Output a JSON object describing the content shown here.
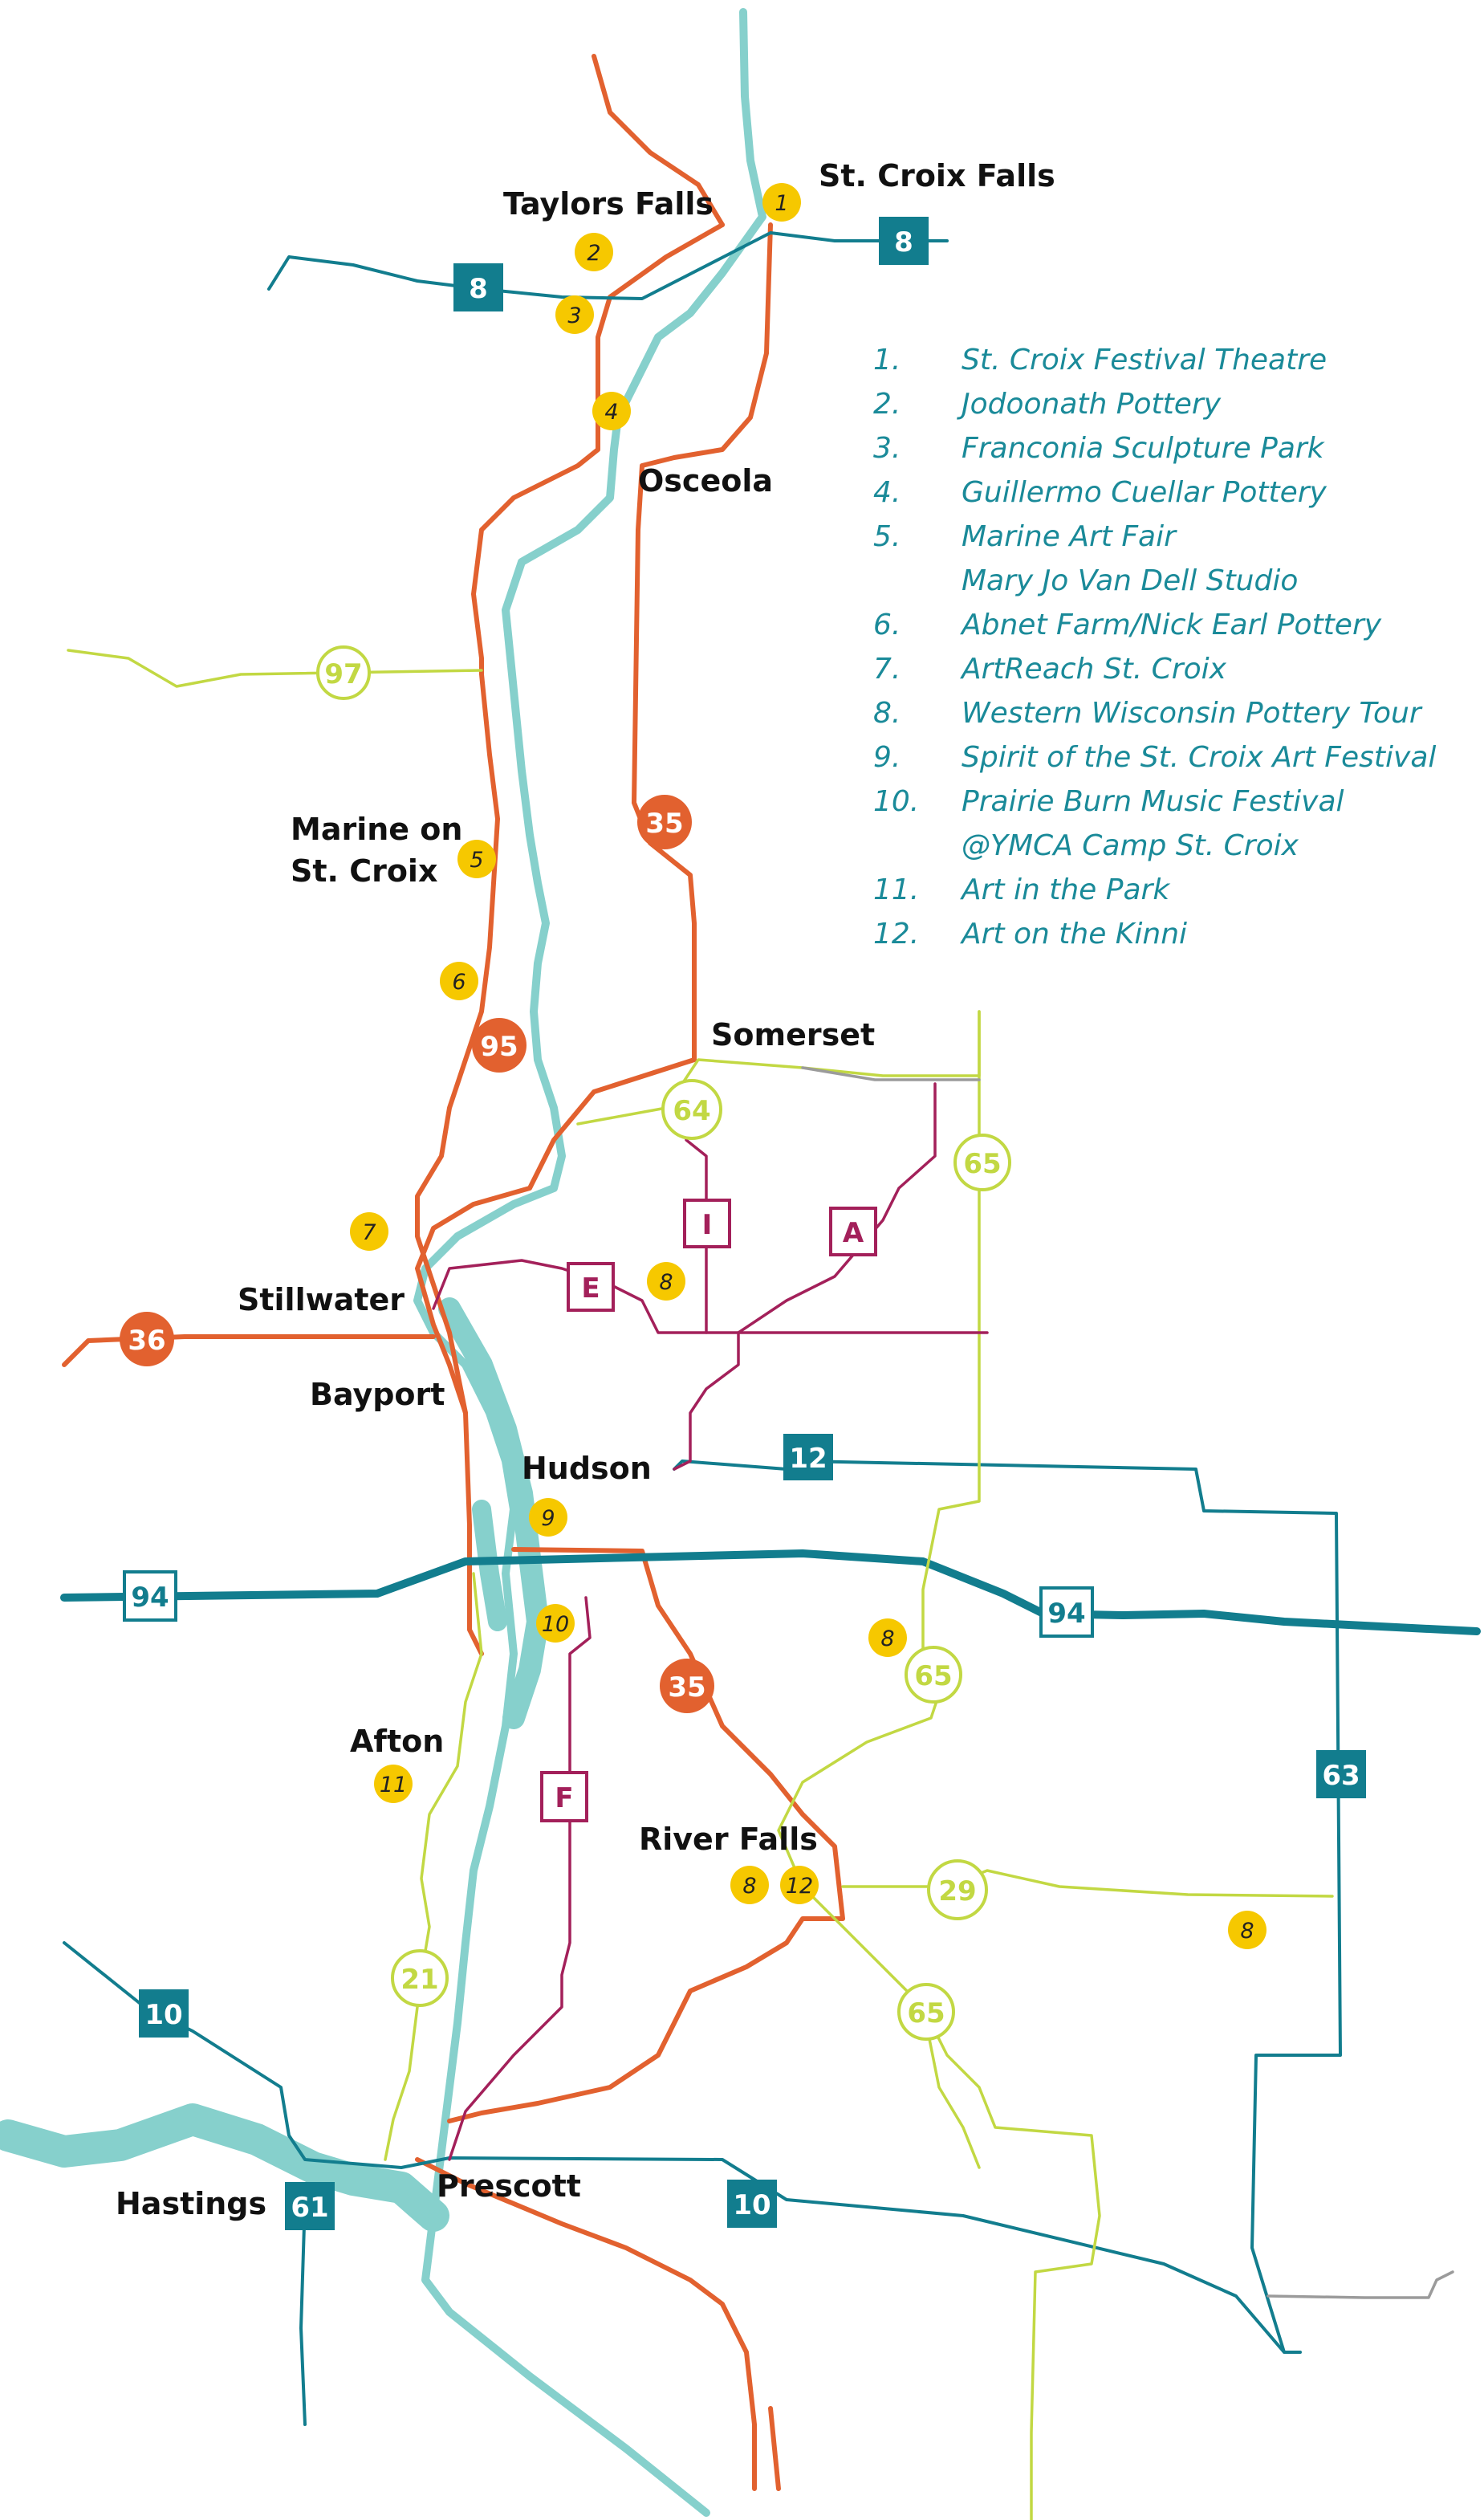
{
  "colors": {
    "river": "#86d0cc",
    "orange_route": "#e2612f",
    "teal_route": "#127d8e",
    "lime_route": "#c2d843",
    "purple_route": "#a3205a",
    "gray_route": "#9b9b9b",
    "marker": "#f6c800",
    "legend_text": "#1a8a99"
  },
  "cities": [
    "St. Croix Falls",
    "Taylors Falls",
    "Osceola",
    "Marine on",
    "St. Croix",
    "Somerset",
    "Stillwater",
    "Bayport",
    "Hudson",
    "Afton",
    "River Falls",
    "Hastings",
    "Prescott"
  ],
  "shields": [
    "8",
    "8",
    "97",
    "35",
    "95",
    "64",
    "65",
    "I",
    "A",
    "E",
    "36",
    "12",
    "94",
    "94",
    "35",
    "65",
    "F",
    "63",
    "29",
    "21",
    "65",
    "10",
    "61",
    "10"
  ],
  "markers": [
    "1",
    "2",
    "3",
    "4",
    "5",
    "6",
    "7",
    "8",
    "9",
    "10",
    "11",
    "8",
    "8",
    "12",
    "8"
  ],
  "legend": {
    "numbers": [
      "1.",
      "2.",
      "3.",
      "4.",
      "5.",
      "6.",
      "7.",
      "8.",
      "9.",
      "10.",
      "11.",
      "12."
    ],
    "items": [
      "St. Croix Festival Theatre",
      "Jodoonath Pottery",
      "Franconia Sculpture Park",
      "Guillermo Cuellar Pottery",
      "Marine Art Fair",
      "Mary Jo Van Dell Studio",
      "Abnet Farm/Nick Earl Pottery",
      "ArtReach St. Croix",
      "Western Wisconsin Pottery Tour",
      "Spirit of the St. Croix Art Festival",
      "Prairie Burn Music Festival",
      "@YMCA Camp St. Croix",
      "Art in the Park",
      "Art on the Kinni"
    ]
  }
}
